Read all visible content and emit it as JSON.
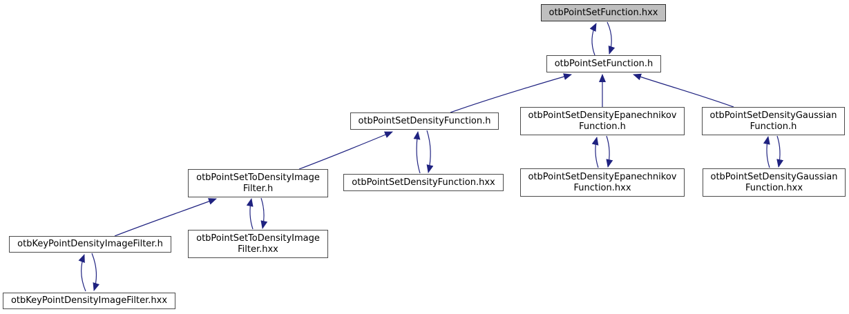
{
  "graph": {
    "kind": "doxygen-include-dependency-graph",
    "colors": {
      "edge": "#1f2280",
      "node_border": "#4a4a4a",
      "node_fill": "#ffffff",
      "highlight_fill": "#bfbfbf",
      "text": "#000000"
    },
    "nodes": [
      {
        "id": "otbPointSetFunction.hxx",
        "label": "otbPointSetFunction.hxx",
        "highlighted": true
      },
      {
        "id": "otbPointSetFunction.h",
        "label": "otbPointSetFunction.h",
        "highlighted": false
      },
      {
        "id": "otbPointSetDensityFunction.h",
        "label": "otbPointSetDensityFunction.h",
        "highlighted": false
      },
      {
        "id": "otbPointSetDensityEpanechnikovFunction.h",
        "label": "otbPointSetDensityEpanechnikov\nFunction.h",
        "highlighted": false
      },
      {
        "id": "otbPointSetDensityGaussianFunction.h",
        "label": "otbPointSetDensityGaussian\nFunction.h",
        "highlighted": false
      },
      {
        "id": "otbPointSetToDensityImageFilter.h",
        "label": "otbPointSetToDensityImage\nFilter.h",
        "highlighted": false
      },
      {
        "id": "otbPointSetDensityFunction.hxx",
        "label": "otbPointSetDensityFunction.hxx",
        "highlighted": false
      },
      {
        "id": "otbPointSetDensityEpanechnikovFunction.hxx",
        "label": "otbPointSetDensityEpanechnikov\nFunction.hxx",
        "highlighted": false
      },
      {
        "id": "otbPointSetDensityGaussianFunction.hxx",
        "label": "otbPointSetDensityGaussian\nFunction.hxx",
        "highlighted": false
      },
      {
        "id": "otbKeyPointDensityImageFilter.h",
        "label": "otbKeyPointDensityImageFilter.h",
        "highlighted": false
      },
      {
        "id": "otbPointSetToDensityImageFilter.hxx",
        "label": "otbPointSetToDensityImage\nFilter.hxx",
        "highlighted": false
      },
      {
        "id": "otbKeyPointDensityImageFilter.hxx",
        "label": "otbKeyPointDensityImageFilter.hxx",
        "highlighted": false
      }
    ],
    "edges": [
      {
        "from": "otbPointSetFunction.h",
        "to": "otbPointSetFunction.hxx"
      },
      {
        "from": "otbPointSetFunction.hxx",
        "to": "otbPointSetFunction.h"
      },
      {
        "from": "otbPointSetDensityFunction.h",
        "to": "otbPointSetFunction.h"
      },
      {
        "from": "otbPointSetDensityEpanechnikovFunction.h",
        "to": "otbPointSetFunction.h"
      },
      {
        "from": "otbPointSetDensityGaussianFunction.h",
        "to": "otbPointSetFunction.h"
      },
      {
        "from": "otbPointSetDensityFunction.hxx",
        "to": "otbPointSetDensityFunction.h"
      },
      {
        "from": "otbPointSetDensityFunction.h",
        "to": "otbPointSetDensityFunction.hxx"
      },
      {
        "from": "otbPointSetToDensityImageFilter.h",
        "to": "otbPointSetDensityFunction.h"
      },
      {
        "from": "otbPointSetDensityEpanechnikovFunction.hxx",
        "to": "otbPointSetDensityEpanechnikovFunction.h"
      },
      {
        "from": "otbPointSetDensityEpanechnikovFunction.h",
        "to": "otbPointSetDensityEpanechnikovFunction.hxx"
      },
      {
        "from": "otbPointSetDensityGaussianFunction.hxx",
        "to": "otbPointSetDensityGaussianFunction.h"
      },
      {
        "from": "otbPointSetDensityGaussianFunction.h",
        "to": "otbPointSetDensityGaussianFunction.hxx"
      },
      {
        "from": "otbPointSetToDensityImageFilter.hxx",
        "to": "otbPointSetToDensityImageFilter.h"
      },
      {
        "from": "otbPointSetToDensityImageFilter.h",
        "to": "otbPointSetToDensityImageFilter.hxx"
      },
      {
        "from": "otbKeyPointDensityImageFilter.h",
        "to": "otbPointSetToDensityImageFilter.h"
      },
      {
        "from": "otbKeyPointDensityImageFilter.hxx",
        "to": "otbKeyPointDensityImageFilter.h"
      },
      {
        "from": "otbKeyPointDensityImageFilter.h",
        "to": "otbKeyPointDensityImageFilter.hxx"
      }
    ]
  }
}
